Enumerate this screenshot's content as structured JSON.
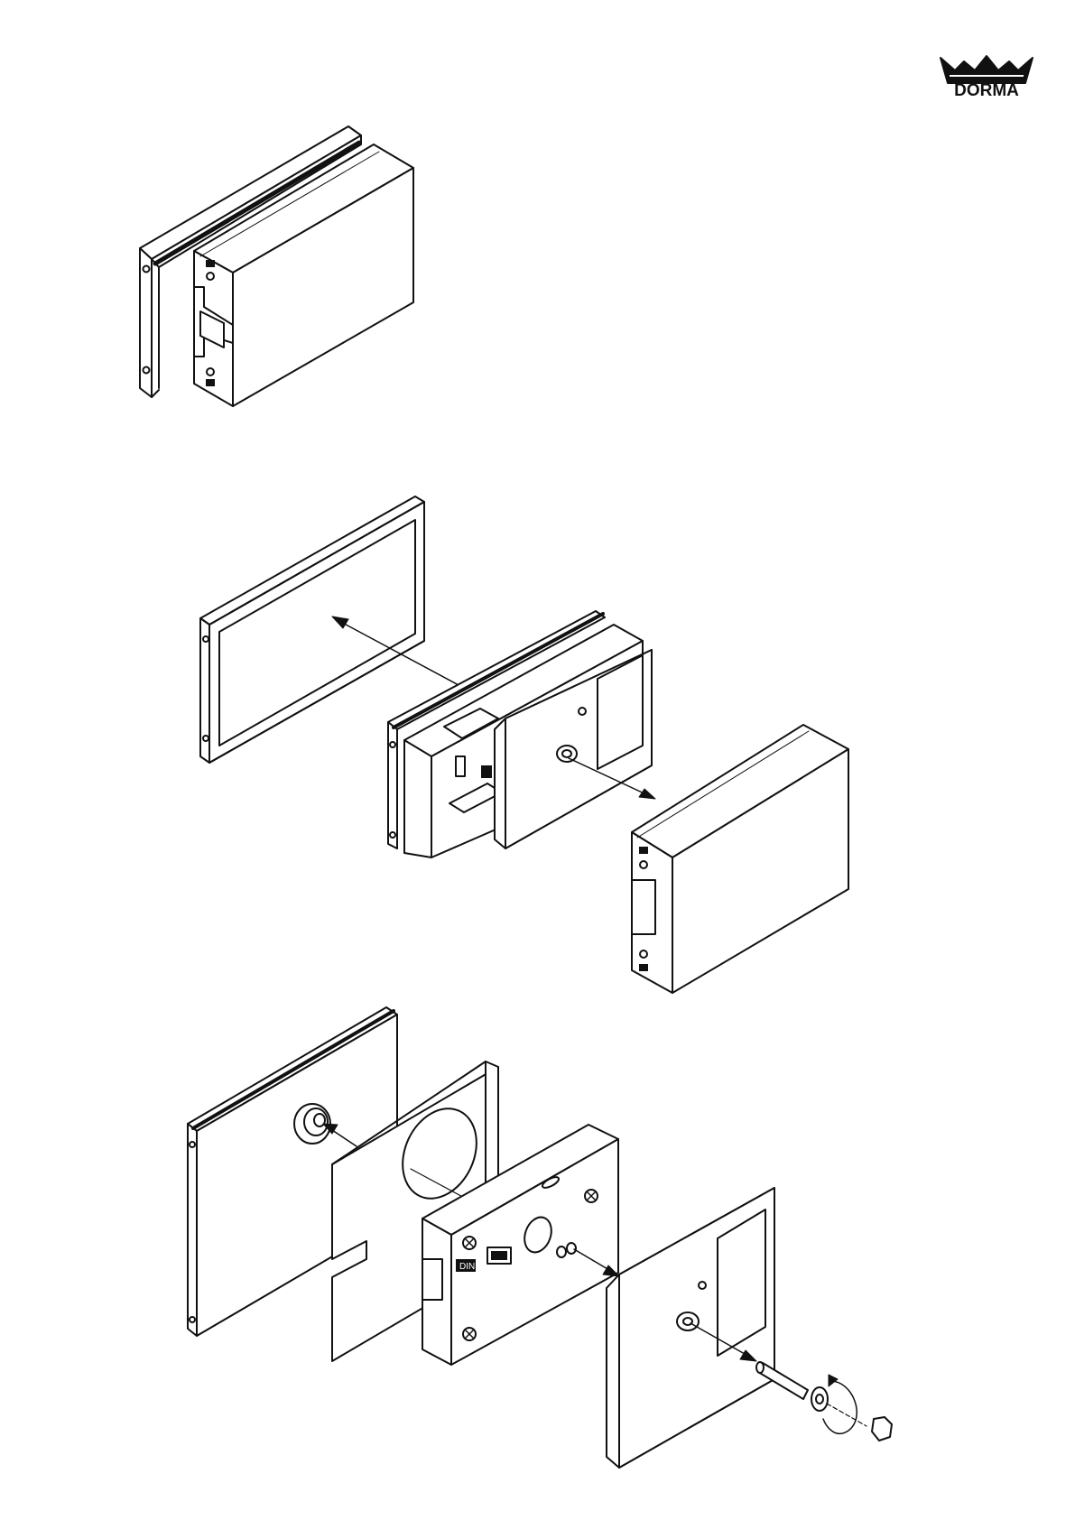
{
  "brand": {
    "name": "DORMA",
    "color": "#111111"
  },
  "colors": {
    "line": "#111111",
    "fill": "#ffffff",
    "gasket": "#111111"
  },
  "icons": {
    "logo": "dorma-crown-logo",
    "hex_key": "hexagon-key-icon",
    "rotate": "rotate-arrow-icon"
  },
  "labels": {
    "plate_marking": "DIN R"
  }
}
